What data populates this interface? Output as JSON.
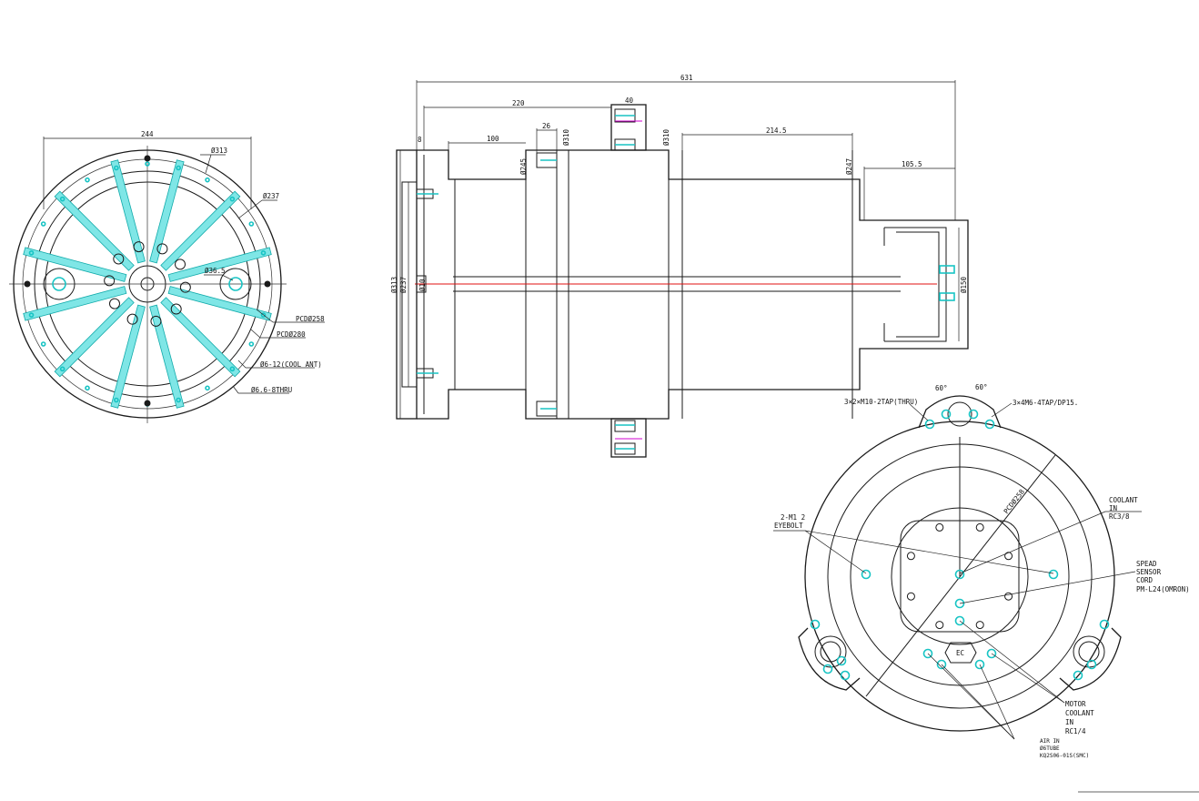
{
  "left_view": {
    "dim_width": "244",
    "dia_313": "Ø313",
    "dia_237": "Ø237",
    "dia_36_5": "Ø36.5",
    "pcd_258": "PCDØ258",
    "pcd_280": "PCDØ280",
    "holes_cool": "Ø6-12(COOL ANT)",
    "holes_thru": "Ø6.6-8THRU"
  },
  "side_view": {
    "overall_length": "631",
    "len_220": "220",
    "len_100": "100",
    "len_26": "26",
    "len_40": "40",
    "len_8": "8",
    "len_214_5": "214.5",
    "len_105_5": "105.5",
    "dia_245": "Ø245",
    "dia_310_a": "Ø310",
    "dia_310_b": "Ø310",
    "dia_247": "Ø247",
    "dia_313": "Ø313",
    "dia_237": "Ø237",
    "dia_10": "Ø10",
    "dia_150": "Ø150"
  },
  "rear_view": {
    "angle_left": "60°",
    "angle_right": "60°",
    "tap_left": "3×2×M10-2TAP(THRU)",
    "tap_right": "3×4M6-4TAP/DP15.",
    "pcd": "PCDØ258",
    "eyebolt_line1": "2-M1 2",
    "eyebolt_line2": "EYEBOLT",
    "coolant_in_line1": "COOLANT",
    "coolant_in_line2": "IN",
    "coolant_in_line3": "RC3/8",
    "speed_line1": "SPEAD",
    "speed_line2": "SENSOR",
    "speed_line3": "CORD",
    "speed_line4": "PM-L24(OMRON)",
    "ec_label": "EC",
    "motor_line1": "MOTOR",
    "motor_line2": "COOLANT",
    "motor_line3": "IN",
    "motor_line4": "RC1/4",
    "air_line1": "AIR IN",
    "air_line2": "Ø6TUBE",
    "air_line3": "KQ2S06-01S(SMC)"
  },
  "colors": {
    "line": "#1a1a1a",
    "highlight": "#18c4c4",
    "centerline": "#e01010",
    "accent": "#d000d0"
  }
}
